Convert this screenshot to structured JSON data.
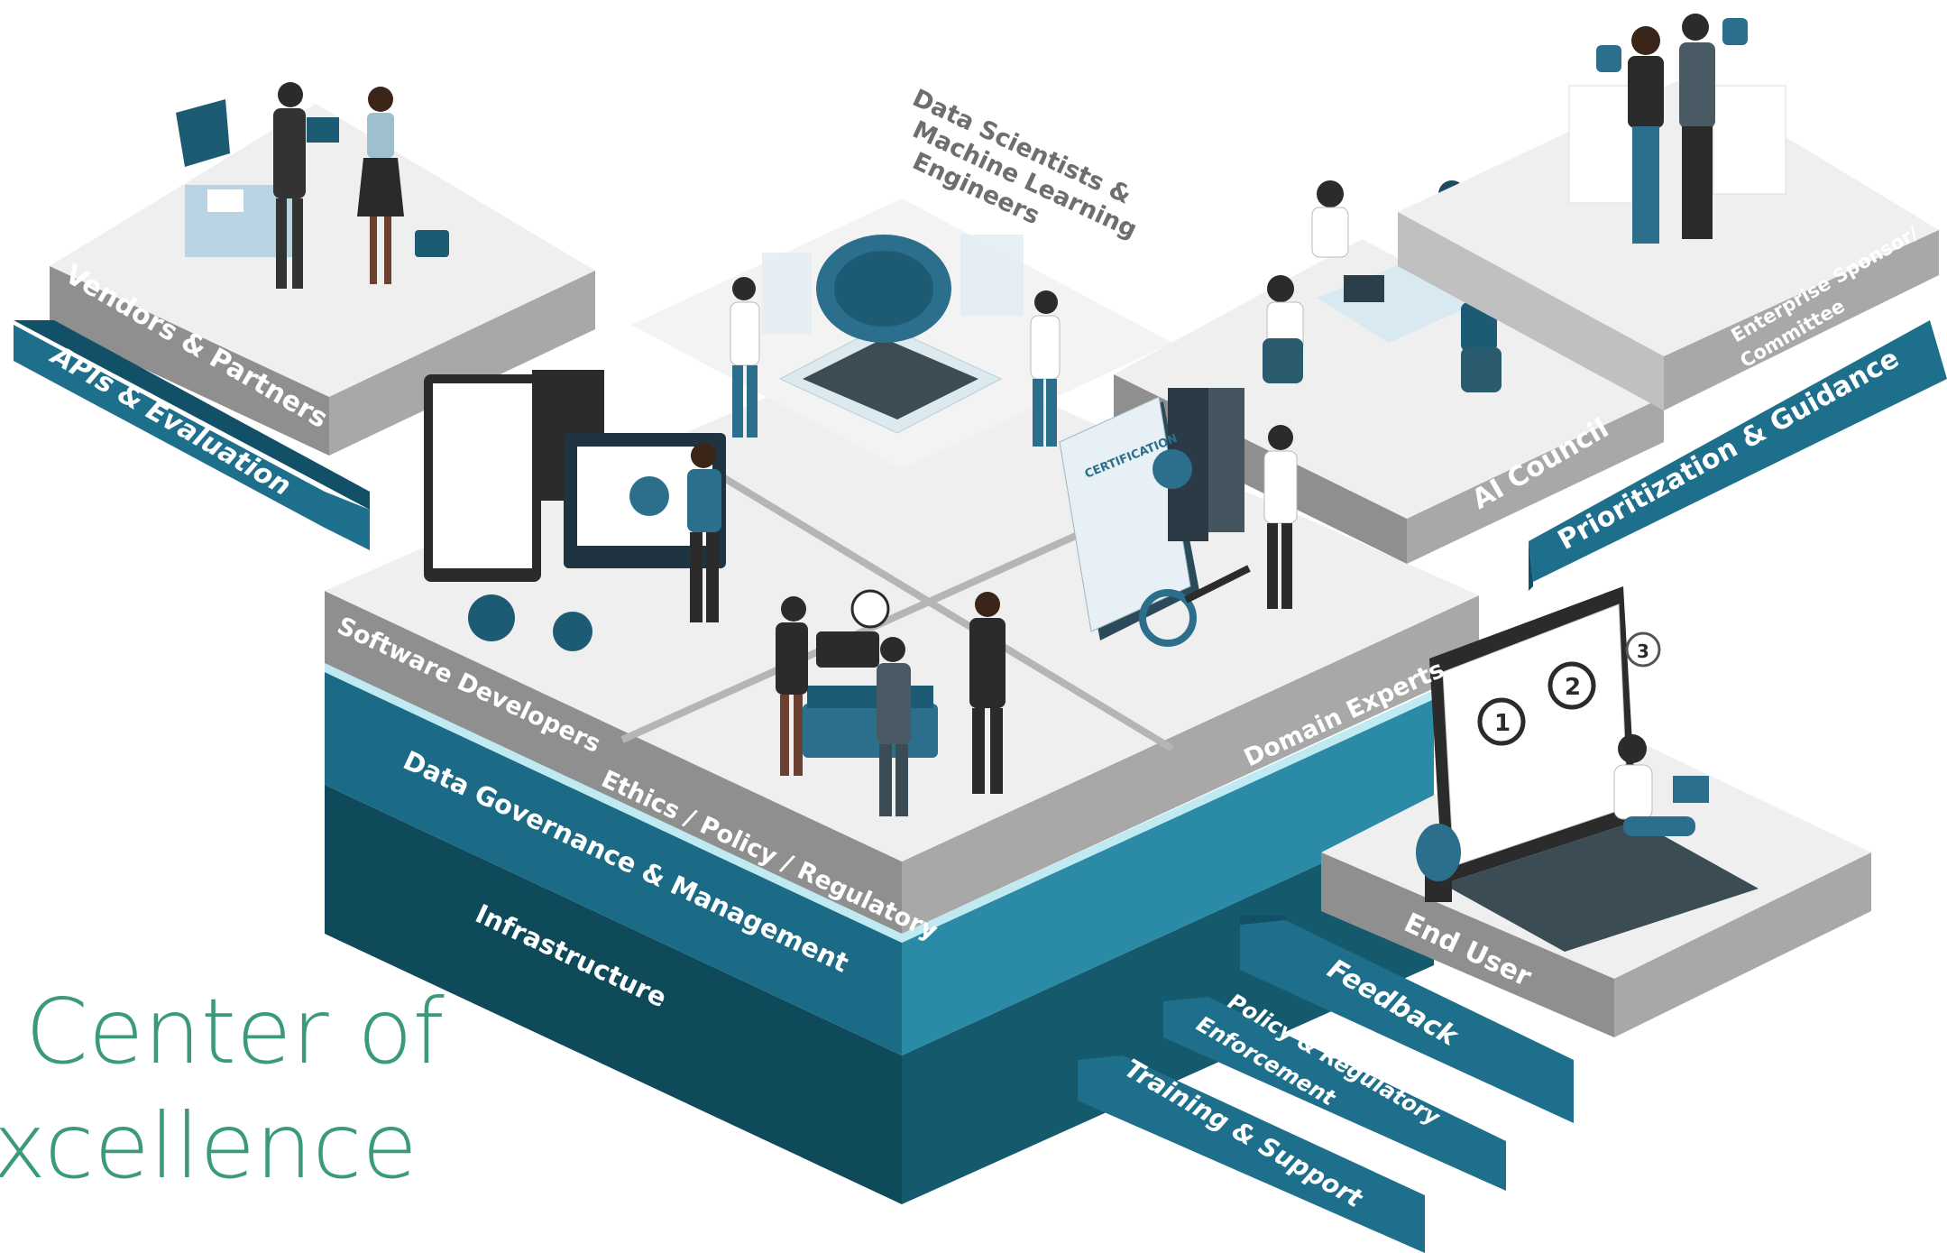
{
  "title": {
    "line1": "Center of",
    "line2": "xcellence"
  },
  "labels": {
    "vendors": "Vendors & Partners",
    "apis": "APIs & Evaluation",
    "data_scientists_1": "Data Scientists &",
    "data_scientists_2": "Machine Learning",
    "data_scientists_3": "Engineers",
    "ai_council": "AI Council",
    "enterprise_1": "Enterprise Sponsor/",
    "enterprise_2": "Committee",
    "prioritization": "Prioritization & Guidance",
    "software_developers": "Software Developers",
    "ethics": "Ethics / Policy / Regulatory",
    "domain_experts": "Domain Experts",
    "data_governance": "Data Governance & Management",
    "infrastructure": "Infrastructure",
    "end_user": "End User",
    "feedback": "Feedback",
    "policy_1": "Policy & Regulatory",
    "policy_2": "Enforcement",
    "training": "Training & Support",
    "certification": "CERTIFICATION",
    "step_1": "1",
    "step_2": "2",
    "step_3": "3"
  },
  "colors": {
    "teal_dark": "#0f4c5c",
    "teal_mid": "#1f6f8b",
    "teal_light": "#2d93ad",
    "platform_top": "#efefef",
    "platform_side": "#8d8d8d",
    "title_green": "#3a9a7a"
  }
}
